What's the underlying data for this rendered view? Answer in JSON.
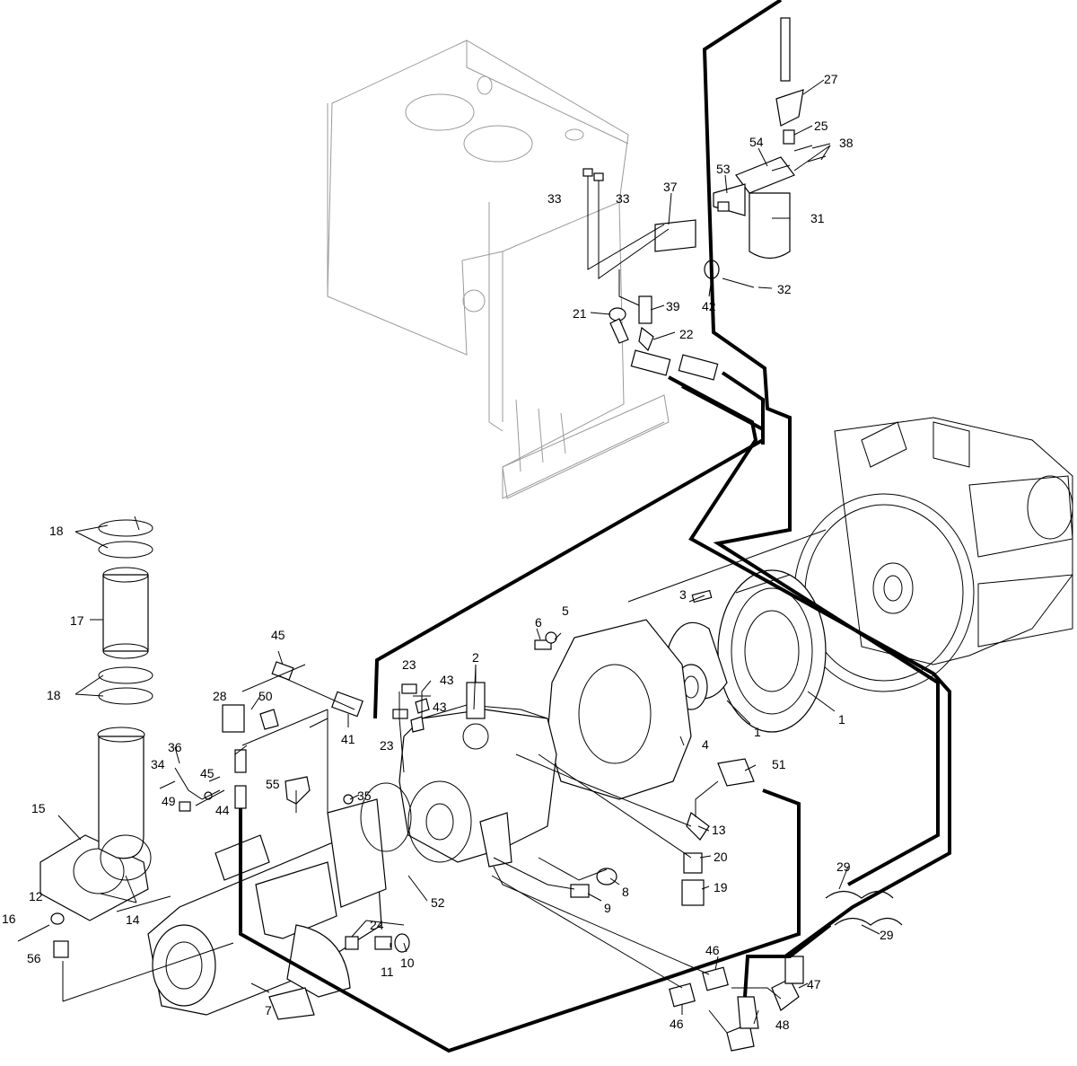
{
  "labels": {
    "l1a": "1",
    "l1b": "1",
    "l2": "2",
    "l3": "3",
    "l4": "4",
    "l5": "5",
    "l6": "6",
    "l7": "7",
    "l8": "8",
    "l9": "9",
    "l10": "10",
    "l11": "11",
    "l12": "12",
    "l13": "13",
    "l14": "14",
    "l15": "15",
    "l16": "16",
    "l17": "17",
    "l18a": "18",
    "l18b": "18",
    "l19": "19",
    "l20": "20",
    "l21": "21",
    "l22": "22",
    "l23a": "23",
    "l23b": "23",
    "l24": "24",
    "l25": "25",
    "l27": "27",
    "l28": "28",
    "l29a": "29",
    "l29b": "29",
    "l31": "31",
    "l32": "32",
    "l33a": "33",
    "l33b": "33",
    "l34": "34",
    "l35": "35",
    "l36": "36",
    "l37": "37",
    "l38": "38",
    "l39": "39",
    "l41": "41",
    "l42": "42",
    "l43a": "43",
    "l43b": "43",
    "l44": "44",
    "l45a": "45",
    "l45b": "45",
    "l46a": "46",
    "l46b": "46",
    "l47": "47",
    "l48": "48",
    "l49": "49",
    "l50": "50",
    "l51": "51",
    "l52": "52",
    "l53": "53",
    "l54": "54",
    "l55": "55",
    "l56": "56"
  }
}
